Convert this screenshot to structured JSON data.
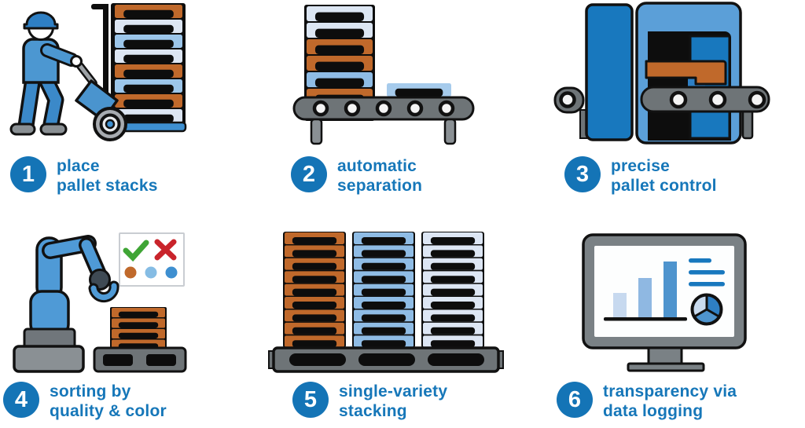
{
  "steps": [
    {
      "number": "1",
      "label_line1": "place",
      "label_line2": "pallet stacks",
      "icon": "worker-hand-truck-icon"
    },
    {
      "number": "2",
      "label_line1": "automatic",
      "label_line2": "separation",
      "icon": "conveyor-separation-icon"
    },
    {
      "number": "3",
      "label_line1": "precise",
      "label_line2": "pallet control",
      "icon": "pallet-control-machine-icon"
    },
    {
      "number": "4",
      "label_line1": "sorting by",
      "label_line2": "quality & color",
      "icon": "robot-arm-sorting-icon"
    },
    {
      "number": "5",
      "label_line1": "single-variety",
      "label_line2": "stacking",
      "icon": "sorted-pallet-stacks-icon"
    },
    {
      "number": "6",
      "label_line1": "transparency via",
      "label_line2": "data logging",
      "icon": "data-logging-monitor-icon"
    }
  ],
  "colors": {
    "accent_blue": "#1677B9",
    "badge_blue": "#1474B6",
    "machine_dark_blue": "#1878BE",
    "machine_light_blue": "#5B9FD8",
    "worker_blue": "#4A94CE",
    "pallet_orange": "#C0692B",
    "pallet_light_blue": "#8FBCE5",
    "pallet_pale_blue": "#DDE6F3",
    "conveyor_gray": "#6E7477",
    "base_gray": "#8A9094",
    "outline_black": "#111111",
    "check_green": "#3FA535",
    "cross_red": "#C9242B",
    "screen_white": "#FDFEFE"
  }
}
